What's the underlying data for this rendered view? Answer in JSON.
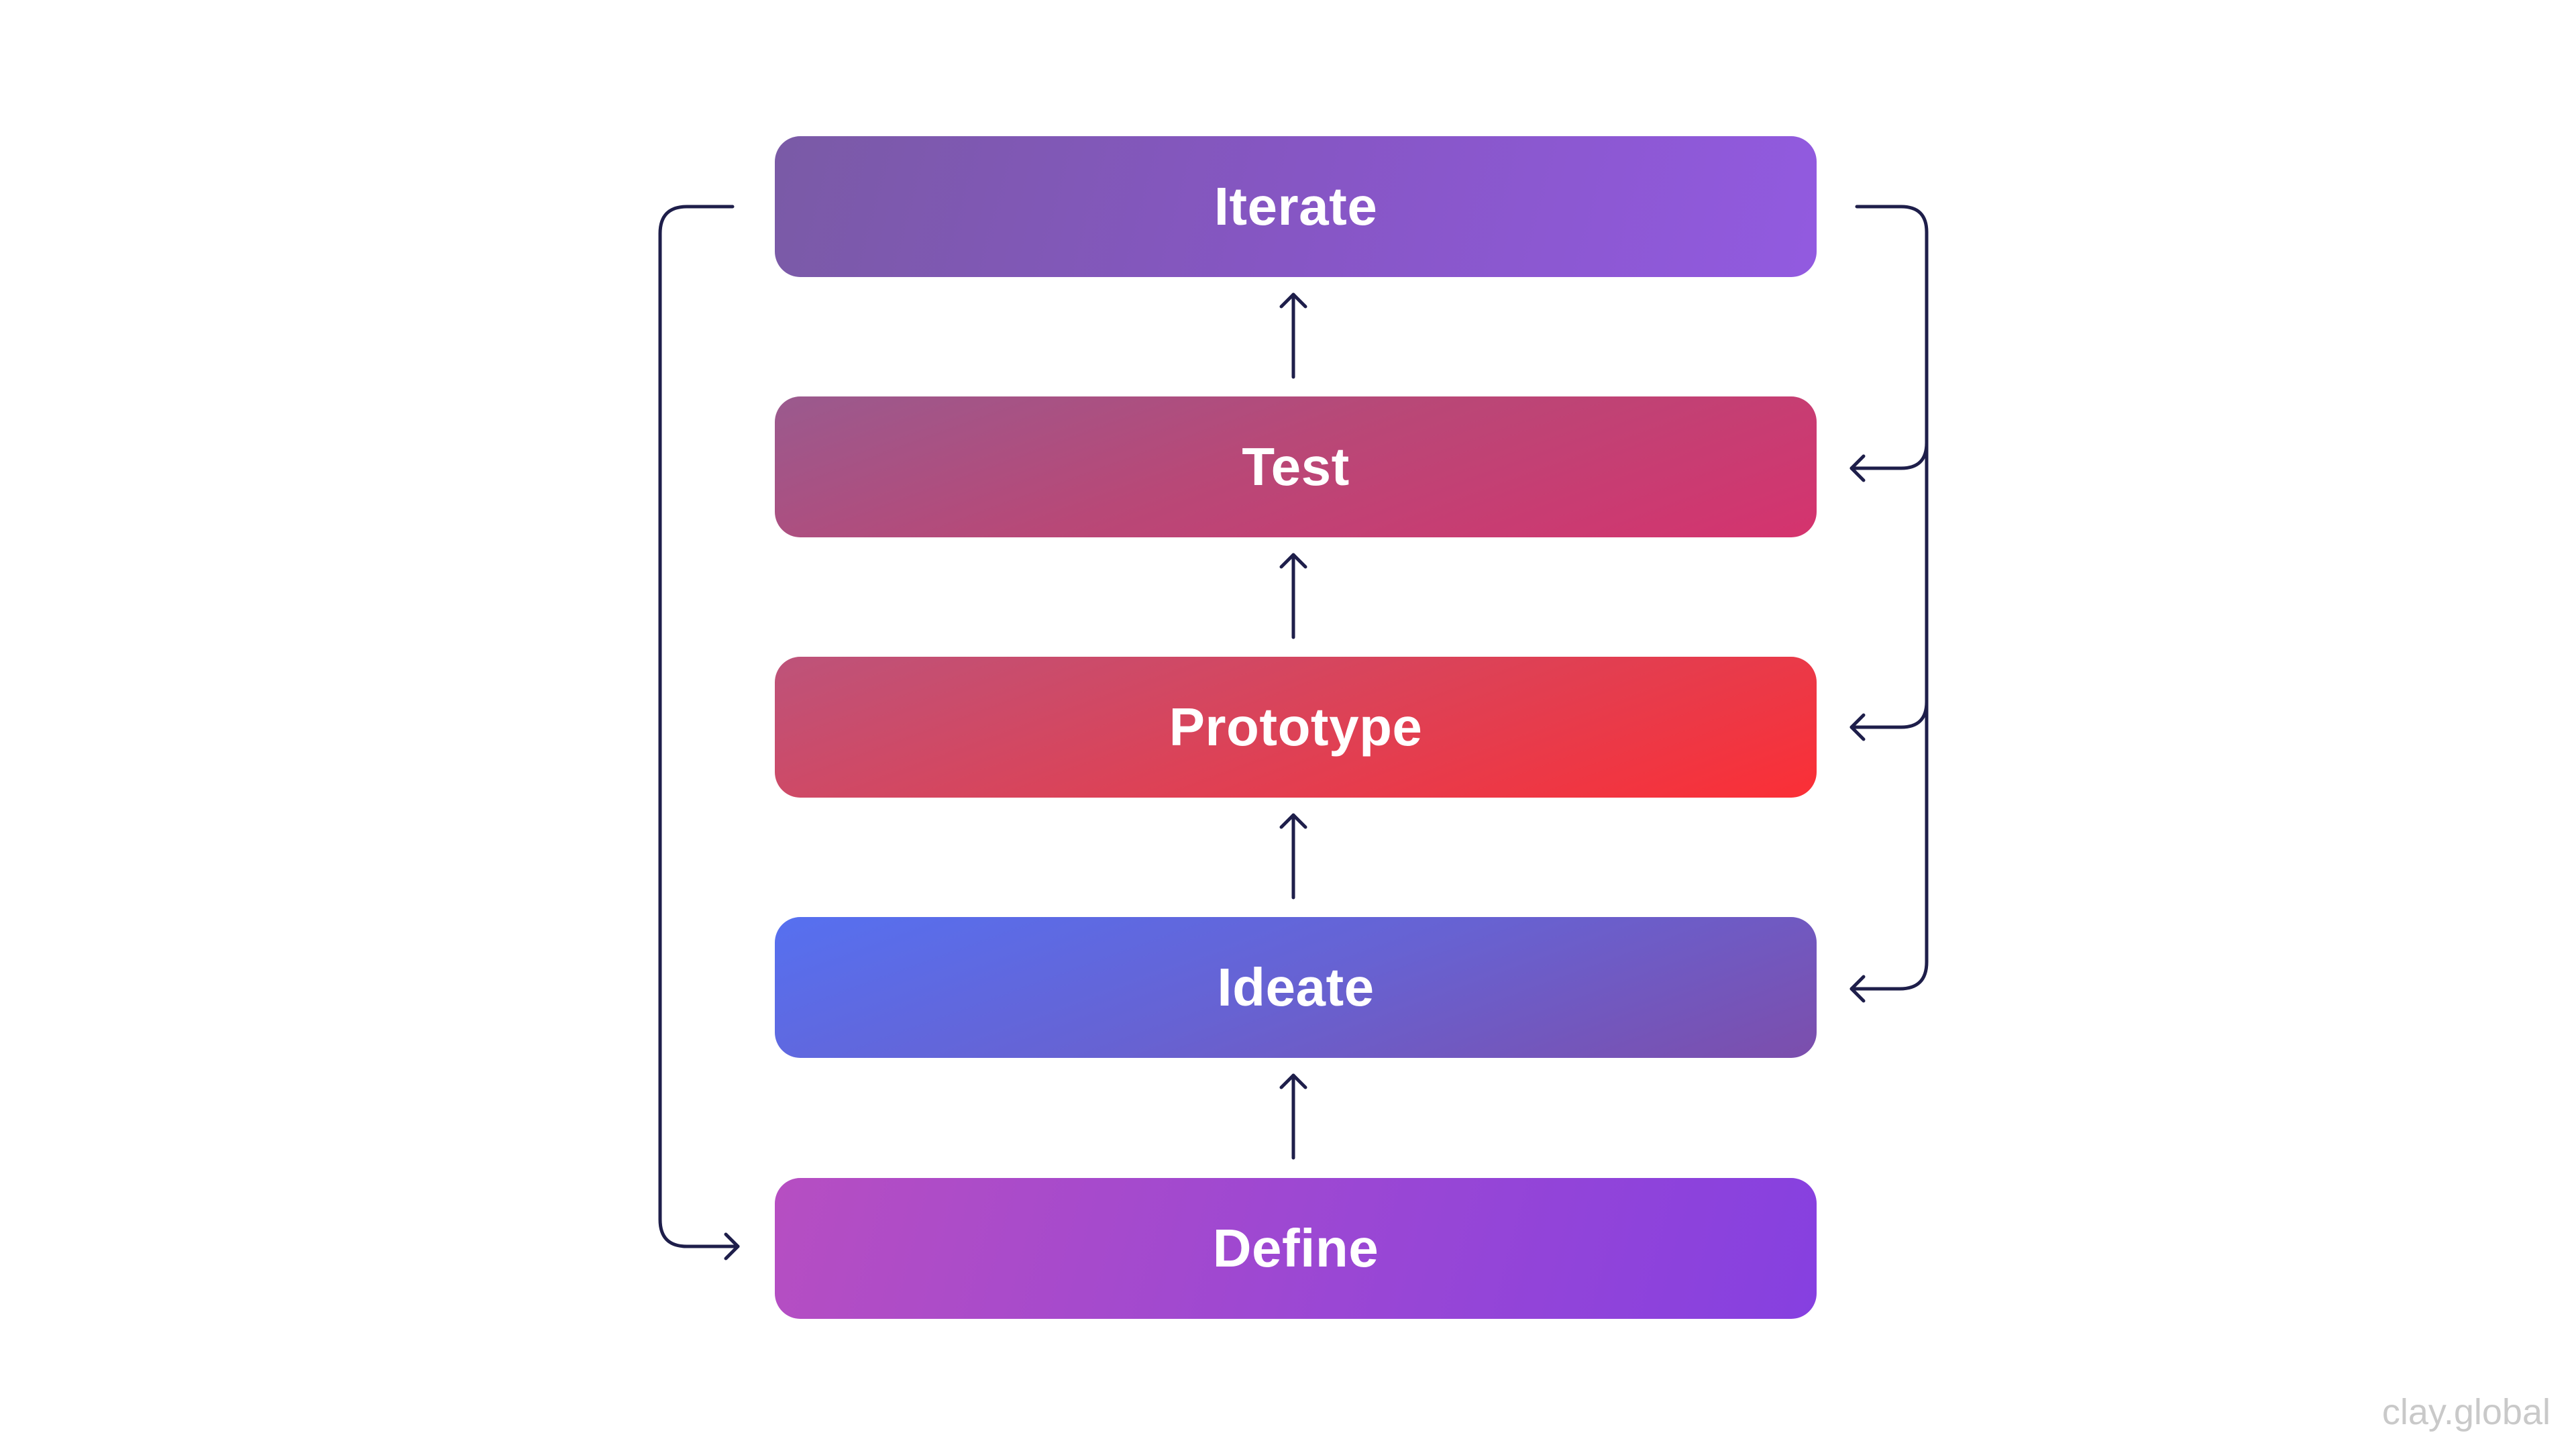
{
  "diagram": {
    "stages": [
      {
        "id": "iterate",
        "label": "Iterate"
      },
      {
        "id": "test",
        "label": "Test"
      },
      {
        "id": "prototype",
        "label": "Prototype"
      },
      {
        "id": "ideate",
        "label": "Ideate"
      },
      {
        "id": "define",
        "label": "Define"
      }
    ],
    "flow": [
      {
        "from": "define",
        "to": "ideate"
      },
      {
        "from": "ideate",
        "to": "prototype"
      },
      {
        "from": "prototype",
        "to": "test"
      },
      {
        "from": "test",
        "to": "iterate"
      }
    ],
    "feedback": {
      "left_loop": {
        "from": "iterate",
        "to": "define"
      },
      "right_loop": {
        "from": "iterate",
        "to": [
          "test",
          "prototype",
          "ideate"
        ]
      }
    },
    "line_color": "#1e1e4a"
  },
  "watermark": "clay.global"
}
